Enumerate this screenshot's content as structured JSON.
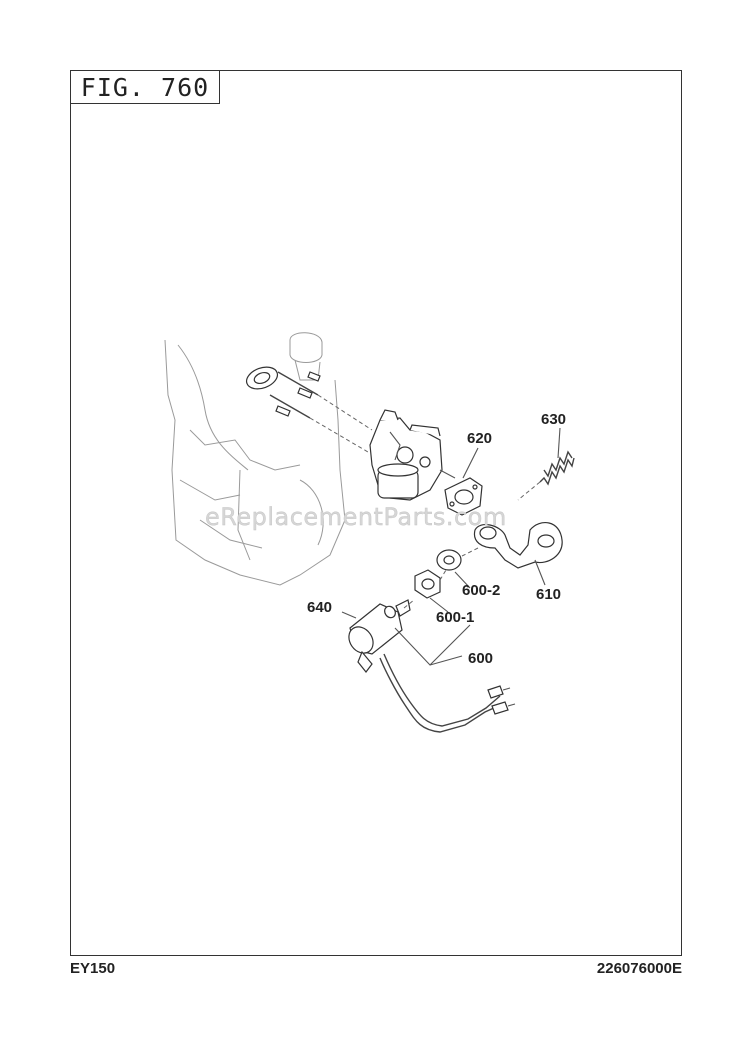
{
  "figure": {
    "title": "FIG. 760"
  },
  "footer": {
    "model": "EY150",
    "document_number": "226076000E"
  },
  "watermark": "eReplacementParts.com",
  "callouts": [
    {
      "id": "callout-630",
      "label": "630"
    },
    {
      "id": "callout-620",
      "label": "620"
    },
    {
      "id": "callout-600-2",
      "label": "600-2"
    },
    {
      "id": "callout-610",
      "label": "610"
    },
    {
      "id": "callout-640",
      "label": "640"
    },
    {
      "id": "callout-600-1",
      "label": "600-1"
    },
    {
      "id": "callout-600",
      "label": "600"
    }
  ],
  "colors": {
    "ink": "#222222",
    "line": "#555555",
    "engine_outline": "#9a9a9a",
    "watermark": "#d6d6d6"
  }
}
